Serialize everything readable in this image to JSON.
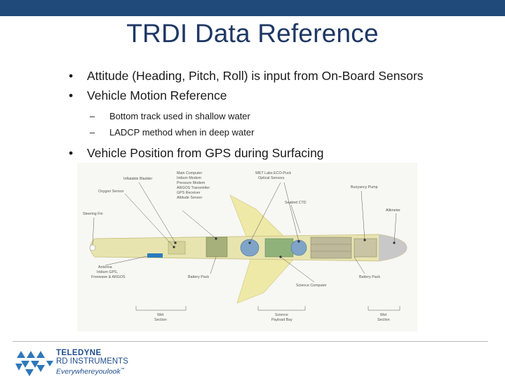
{
  "slide": {
    "title": "TRDI Data Reference",
    "bullets": [
      {
        "text": "Attitude (Heading, Pitch, Roll) is input from On-Board Sensors"
      },
      {
        "text": "Vehicle Motion Reference"
      },
      {
        "text": "Vehicle Position from GPS during Surfacing"
      }
    ],
    "sub_bullets": [
      {
        "text": "Bottom track used in shallow water"
      },
      {
        "text": "LADCP method when in deep water"
      }
    ],
    "bullet_marker": "•",
    "sub_marker": "–"
  },
  "diagram": {
    "labels": {
      "inflatable_bladder": "Inflatable Bladder",
      "oxygen_sensor": "Oxygen Sensor",
      "steering_fin": "Steering Fin",
      "main_computer_1": "Main Computer",
      "main_computer_2": "Iridium Modem",
      "main_computer_3": "Pressure Modem",
      "main_computer_4": "ARGOS Transmitter",
      "main_computer_5": "GPS Receiver",
      "main_computer_6": "Attitude Sensor",
      "wet_labs_1": "WET Labs ECO-Puck",
      "wet_labs_2": "Optical Sensors",
      "seabird_ctd": "Seabird CTD",
      "buoyancy_pump": "Buoyancy Pump",
      "altimeter": "Altimeter",
      "antenna_1": "Antenna",
      "antenna_2": "Iridium GPS,",
      "antenna_3": "Freewave & ARGOS",
      "battery_pack_left": "Battery Pack",
      "science_computer": "Science Computer",
      "battery_pack_right": "Battery Pack",
      "wet_section_left_1": "Wet",
      "wet_section_left_2": "Section",
      "science_bay_1": "Science",
      "science_bay_2": "Payload Bay",
      "wet_section_right_1": "Wet",
      "wet_section_right_2": "Section"
    }
  },
  "footer": {
    "logo_line1": "TELEDYNE",
    "logo_line2": "RD INSTRUMENTS",
    "logo_line3": "Everywhereyoulook",
    "tm": "™",
    "brand_color": "#1f4e8c"
  }
}
